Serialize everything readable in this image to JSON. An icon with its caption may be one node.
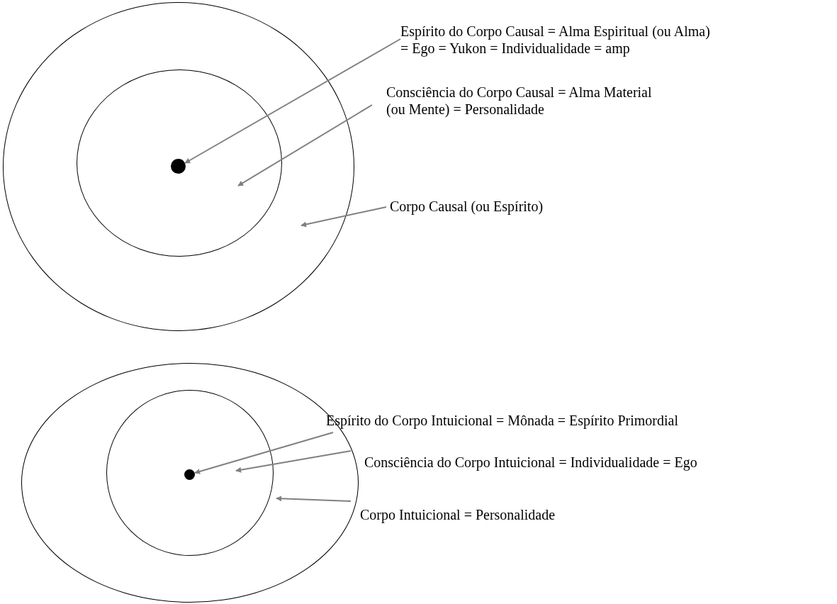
{
  "diagram": {
    "nodes": [
      {
        "text": [],
        "shape": "circle"
      },
      {
        "text": [],
        "shape": "circle",
        "in": 0
      },
      {
        "text": [],
        "shape": "circle",
        "in": 1
      },
      {
        "text": [
          "Espírito do Corpo Causal = Alma Espiritual (ou Alma) = Ego = Yukon = Individualidade = amp"
        ]
      },
      {
        "text": [
          "Consciência do Corpo Causal = Alma Material (ou Mente) = Personalidade"
        ]
      },
      {
        "text": [
          "Corpo Causal (ou Espírito)"
        ]
      },
      {
        "text": [],
        "shape": "circle"
      },
      {
        "text": [],
        "shape": "circle",
        "in": 6
      },
      {
        "text": [],
        "shape": "circle",
        "in": 7
      },
      {
        "text": [
          "Espírito do Corpo Intuicional = Mônada = Espírito Primordial"
        ]
      },
      {
        "text": [
          "Consciência do Corpo Intuicional = Individualidade = Ego"
        ]
      },
      {
        "text": [
          "Corpo Intuicional = Personalidade"
        ]
      }
    ],
    "edges": [
      {
        "from": 3,
        "to": 2,
        "arrow": "to"
      },
      {
        "from": 4,
        "to": 1,
        "arrow": "to"
      },
      {
        "from": 5,
        "to": 0,
        "arrow": "to"
      },
      {
        "from": 9,
        "to": 8,
        "arrow": "to"
      },
      {
        "from": 10,
        "to": 7,
        "arrow": "to"
      },
      {
        "from": 11,
        "to": 6,
        "arrow": "to"
      }
    ]
  }
}
